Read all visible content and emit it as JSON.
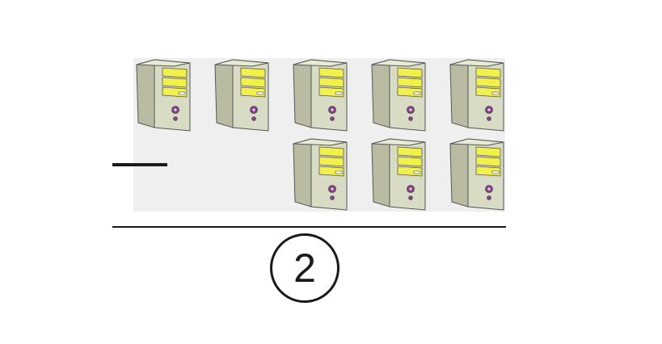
{
  "illustration": {
    "icon": "computer-tower-icon",
    "colors": {
      "panel": "#efefef",
      "case_front": "#d9dcc4",
      "case_side": "#b9bca3",
      "drive_bay": "#f2f04a",
      "button": "#8a3f8c"
    },
    "top_row_count": 5,
    "bottom_row_count": 3
  },
  "operator": {
    "icon": "minus-sign"
  },
  "answer": {
    "value": "2"
  }
}
